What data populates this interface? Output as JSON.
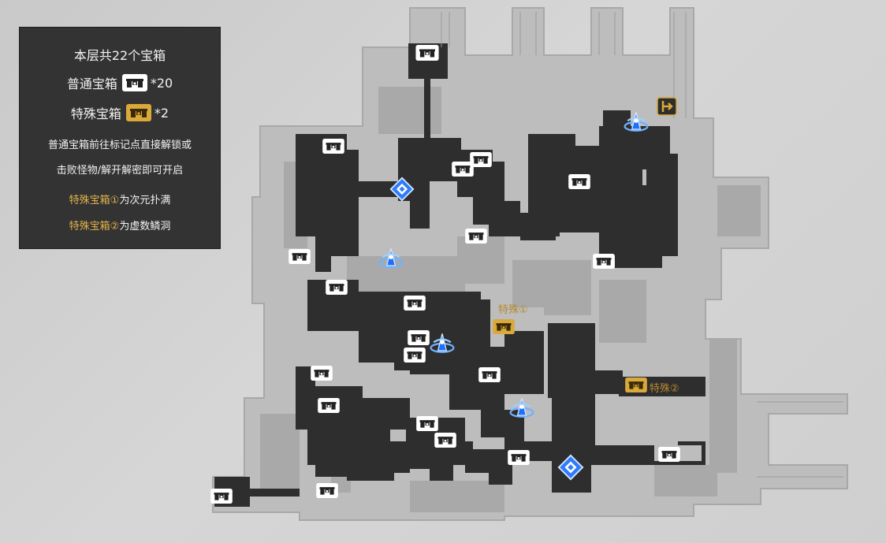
{
  "legend": {
    "title": "本层共22个宝箱",
    "normal_label": "普通宝箱",
    "normal_count": "*20",
    "special_label": "特殊宝箱",
    "special_count": "*2",
    "note_line1": "普通宝箱前往标记点直接解锁或",
    "note_line2": "击败怪物/解开解密即可开启",
    "special1_name": "特殊宝箱①",
    "special1_desc": "为次元扑满",
    "special2_name": "特殊宝箱②",
    "special2_desc": "为虚数鳞洞"
  },
  "map_labels": {
    "special1": "特殊①",
    "special2": "特殊②"
  },
  "colors": {
    "normal_chest_icon": "#ffffff",
    "special_chest_icon": "#d9a93a",
    "teleport_icon": "#2f7bff",
    "explored_floor": "#2e2e2e",
    "unexplored_floor": "#b4b4b4"
  },
  "icons": [
    "normal-chest-icon",
    "special-chest-icon",
    "space-anchor-icon",
    "teleport-waypoint-icon",
    "exit-door-icon"
  ]
}
